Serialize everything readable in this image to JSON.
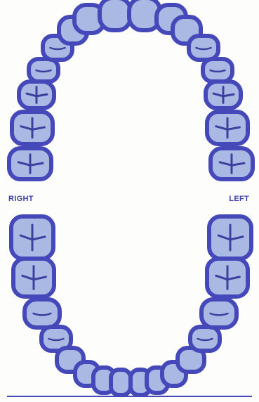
{
  "labels": {
    "right": "RIGHT",
    "left": "LEFT"
  },
  "colors": {
    "outline": "#4448b8",
    "fill": "#a9b9e4",
    "fissure": "#3b3f9e",
    "label": "#3d41ad",
    "background": "#fdfdfb"
  },
  "arches": {
    "upper": {
      "teeth": 16,
      "shape": "horseshoe-open-bottom"
    },
    "lower": {
      "teeth": 16,
      "shape": "horseshoe-open-top"
    }
  }
}
